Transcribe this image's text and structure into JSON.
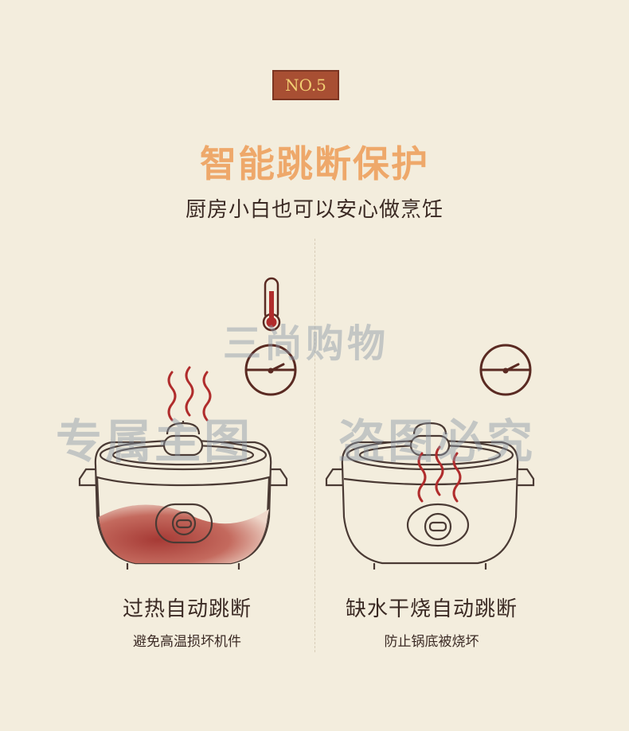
{
  "badge": {
    "label": "NO.5"
  },
  "header": {
    "title": "智能跳断保护",
    "subtitle": "厨房小白也可以安心做烹饪"
  },
  "left": {
    "caption": "过热自动跳断",
    "detail": "避免高温损坏机件"
  },
  "right": {
    "caption": "缺水干烧自动跳断",
    "detail": "防止锅底被烧坏"
  },
  "watermark": {
    "brand": "三尚购物",
    "left_text": "专属主图",
    "right_text": "盗图必究"
  },
  "colors": {
    "background": "#f3eddd",
    "accent": "#eea86a",
    "dark": "#3b2a24",
    "line": "#5a2a22",
    "heat": "#b02c2c",
    "badge_bg": "#a84f33",
    "badge_text": "#f2cf73"
  },
  "icons": [
    "thermometer-icon",
    "heat-waves-icon",
    "timer-dial-icon",
    "hot-pot-icon"
  ]
}
